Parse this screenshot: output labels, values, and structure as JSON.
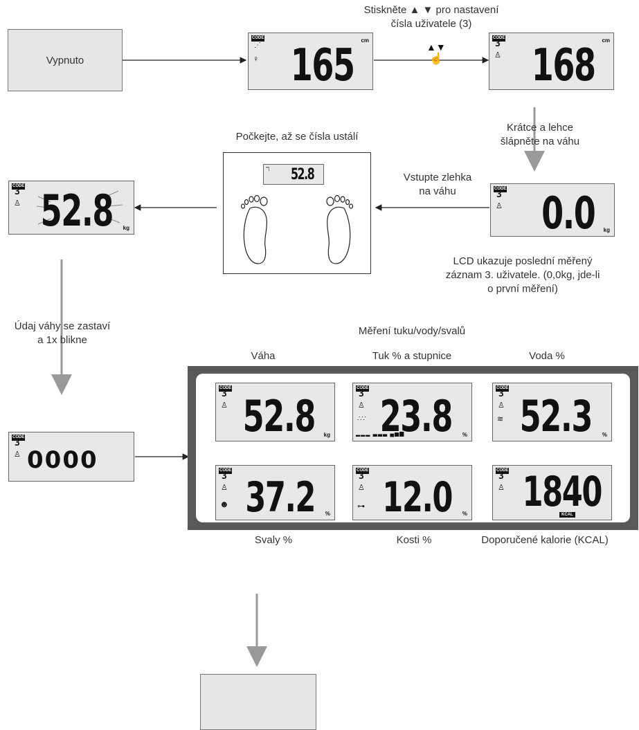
{
  "states": {
    "off_label": "Vypnuto"
  },
  "instructions": {
    "press_buttons": "Stiskněte ▲ ▼ pro nastavení\nčísla uživatele (3)",
    "step_briefly": "Krátce a lehce\nšlápněte na váhu",
    "step_on": "Vstupte zlehka\nna váhu",
    "wait_stable": "Počkejte, až se čísla ustálí",
    "lcd_last": "LCD ukazuje poslední měřený\nzáznam 3. uživatele. (0,0kg, jde-li\no první měření)",
    "weight_stop": "Údaj váhy se zastaví\na 1x blikne",
    "measure_title": "Měření tuku/vody/svalů"
  },
  "metrics": {
    "weight": "Váha",
    "fat": "Tuk % a stupnice",
    "water": "Voda %",
    "muscle": "Svaly %",
    "bone": "Kosti %",
    "kcal": "Doporučené kalorie (KCAL)"
  },
  "lcd": {
    "code": "CODE",
    "user": "3",
    "height1": "165",
    "height2": "168",
    "unit_cm": "cm",
    "zero": "0.0",
    "weight": "52.8",
    "unit_kg": "kg",
    "analyzing": "0000",
    "fat": "23.8",
    "water": "52.3",
    "muscle": "37.2",
    "bone": "12.0",
    "kcal": "1840",
    "kcal_badge": "KCAL",
    "unit_pct": "%",
    "scale_display": "52.8"
  },
  "colors": {
    "arrow_dark": "#222222",
    "arrow_gray": "#999999",
    "panel_frame": "#595959",
    "lcd_bg": "#e8e8e8"
  }
}
